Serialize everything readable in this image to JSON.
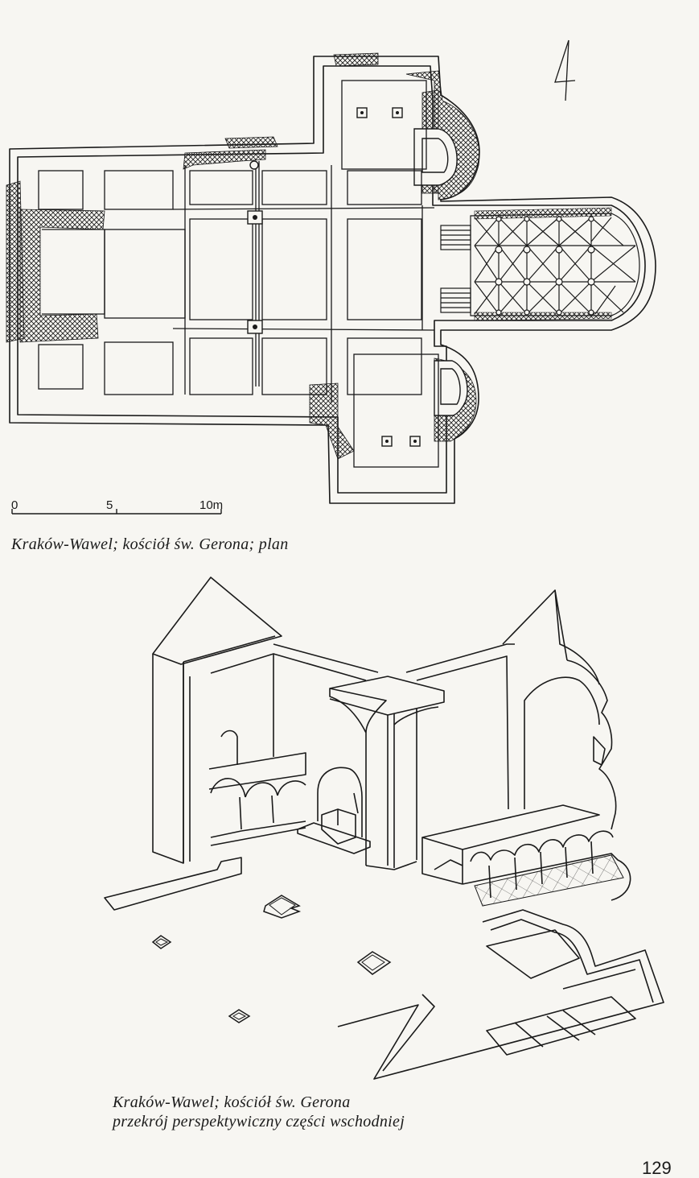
{
  "figures": {
    "plan": {
      "caption": "Kraków-Wawel; kościół św. Gerona; plan",
      "scale_labels": [
        "0",
        "5",
        "10m"
      ]
    },
    "section": {
      "caption_line1": "Kraków-Wawel; kościół św. Gerona",
      "caption_line2": "przekrój perspektywiczny części wschodniej"
    }
  },
  "page_number": "129",
  "colors": {
    "ink": "#1a1a1a",
    "paper": "#f7f6f2"
  }
}
